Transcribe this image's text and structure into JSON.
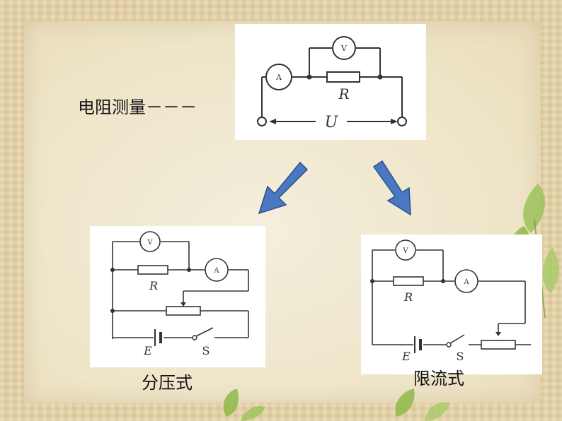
{
  "title_text": "电阻测量－－－",
  "top_diagram": {
    "voltmeter": "V",
    "ammeter": "A",
    "resistor": "R",
    "voltage": "U"
  },
  "divider_diagram": {
    "voltmeter": "V",
    "ammeter": "A",
    "resistor": "R",
    "battery": "E",
    "switch": "S",
    "caption": "分压式"
  },
  "limiter_diagram": {
    "voltmeter": "V",
    "ammeter": "A",
    "resistor": "R",
    "battery": "E",
    "switch": "S",
    "caption": "限流式"
  },
  "colors": {
    "arrow": "#4a78c2",
    "arrow_edge": "#2c4f8f",
    "leaf": "#8fb84a"
  }
}
